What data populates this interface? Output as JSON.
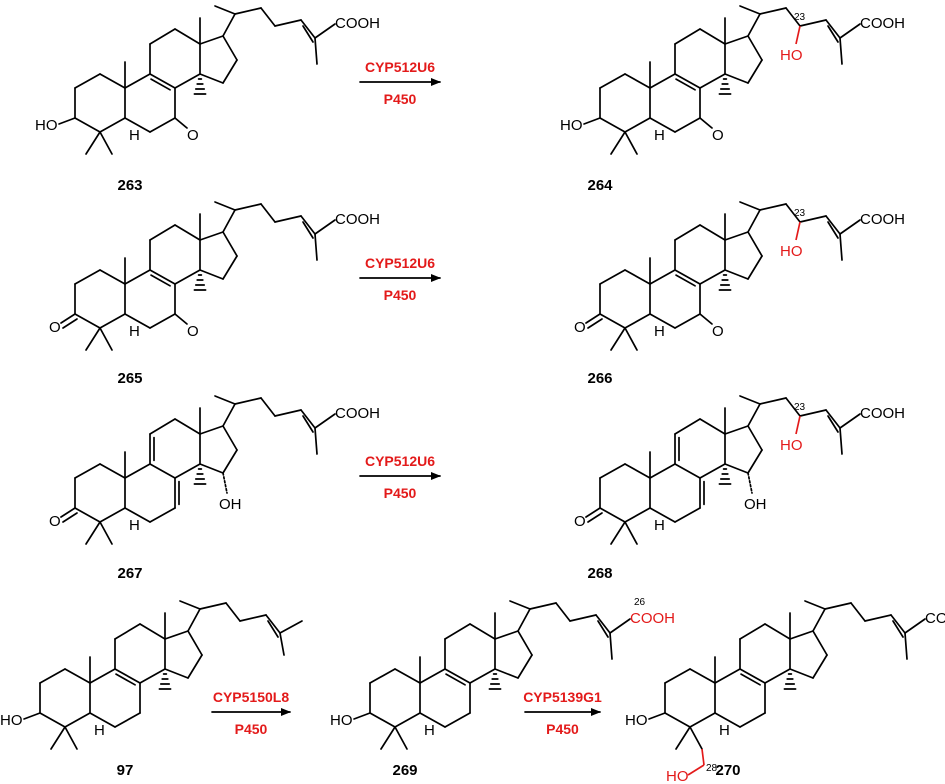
{
  "atoms": {
    "cooh": "COOH",
    "ho": "HO",
    "oh": "OH",
    "o": "O",
    "h": "H",
    "locant_23": "23",
    "locant_26": "26",
    "locant_28": "28"
  },
  "reactions": [
    {
      "substrate": "263",
      "product": "264",
      "enzyme": "CYP512U6",
      "cofactor": "P450"
    },
    {
      "substrate": "265",
      "product": "266",
      "enzyme": "CYP512U6",
      "cofactor": "P450"
    },
    {
      "substrate": "267",
      "product": "268",
      "enzyme": "CYP512U6",
      "cofactor": "P450"
    },
    {
      "substrate": "97",
      "product": "269",
      "enzyme": "CYP5150L8",
      "cofactor": "P450"
    },
    {
      "substrate": "269",
      "product": "270",
      "enzyme": "CYP5139G1",
      "cofactor": "P450"
    }
  ],
  "colors": {
    "bond": "#000000",
    "highlight": "#e31a1a"
  }
}
